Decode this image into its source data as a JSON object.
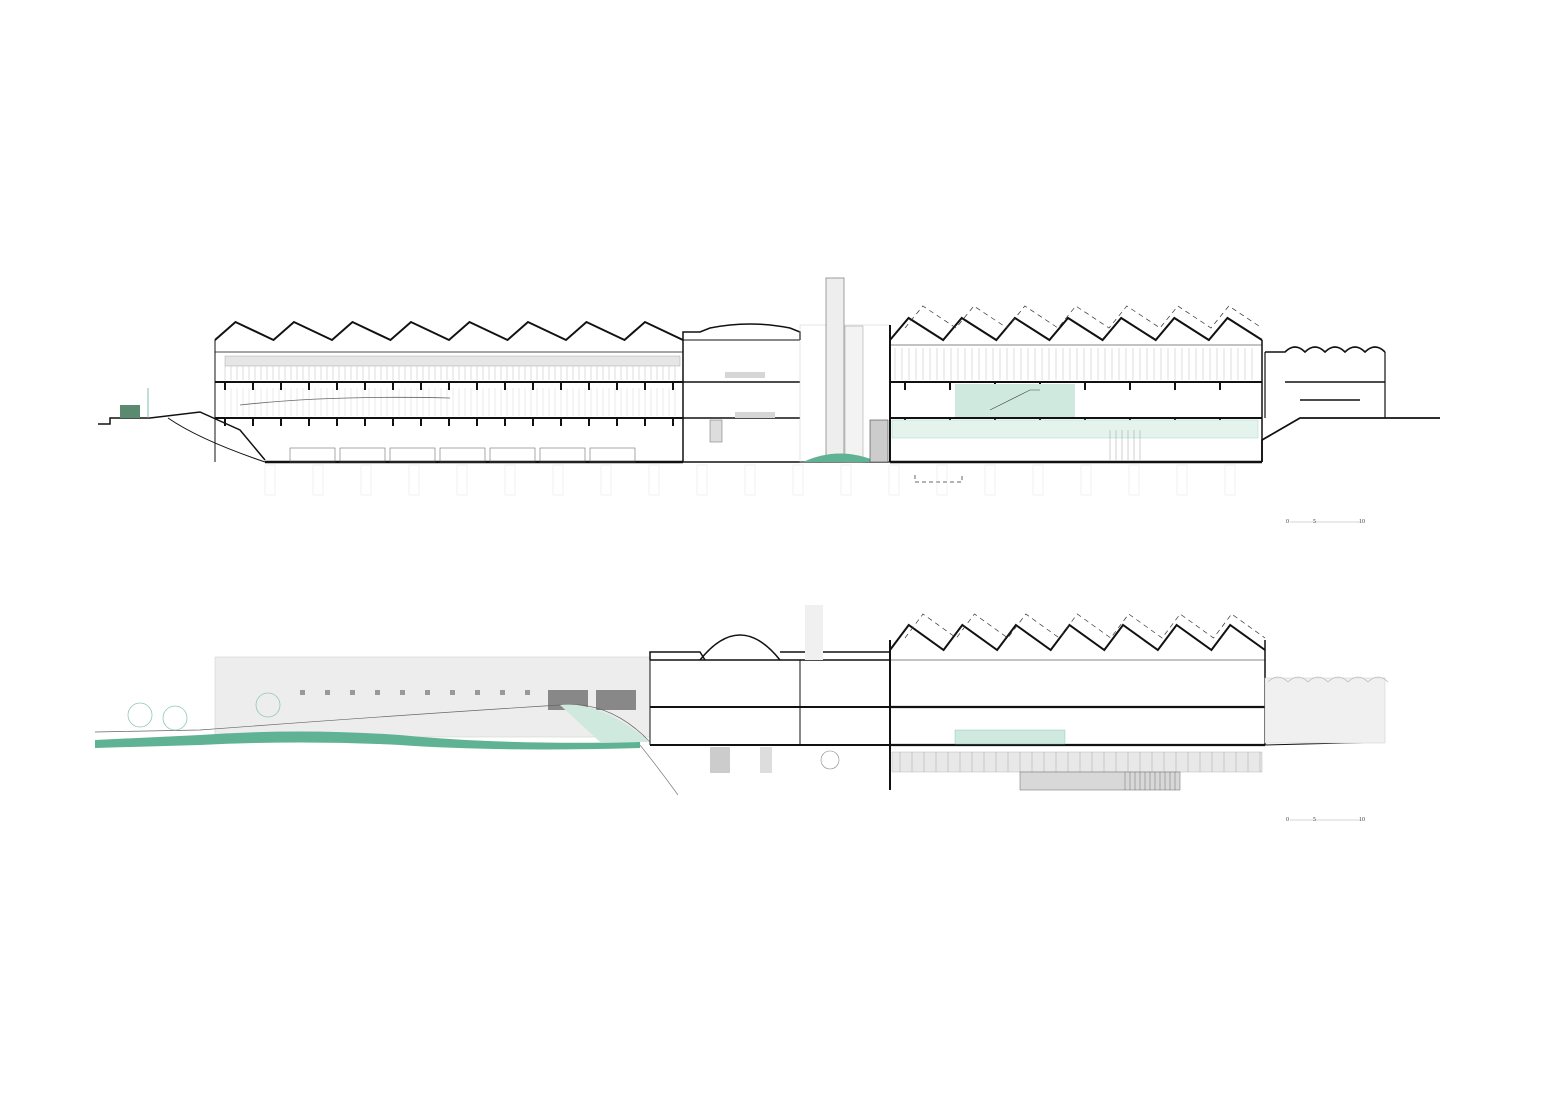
{
  "colors": {
    "accent_green": "#5fb394",
    "light_green": "#cfe9df",
    "line": "#111111",
    "gray": "#cfcfcf"
  },
  "sections": [
    {
      "id": "section-upper",
      "scale_bar": {
        "labels": [
          "0",
          "5",
          "10"
        ]
      }
    },
    {
      "id": "section-lower",
      "scale_bar": {
        "labels": [
          "0",
          "5",
          "10"
        ]
      }
    }
  ]
}
